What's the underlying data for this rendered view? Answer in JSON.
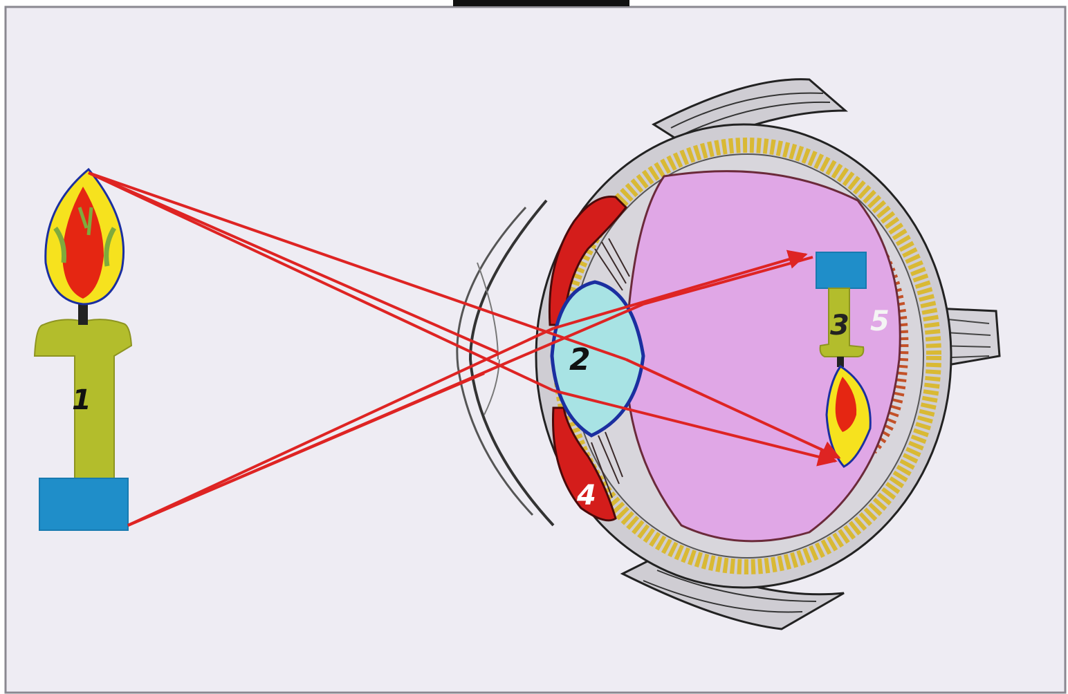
{
  "diagram": {
    "labels": {
      "object_candle": "1",
      "lens": "2",
      "retinal_image": "3",
      "ciliary_muscle": "4",
      "retina_spot": "5"
    },
    "colors": {
      "paper": "#eeecf3",
      "candle_body": "#b3bd2c",
      "candle_base": "#1f8ec9",
      "flame_red": "#e52612",
      "flame_yellow": "#f6e21e",
      "flame_green": "#7faa3d",
      "lens_fill": "#a8e3e4",
      "lens_outline": "#1b2fa0",
      "vitreous": "#e0a7e6",
      "muscle": "#d41d1b",
      "sclera": "#c8c6cc",
      "fat": "#d9b934",
      "ray": "#de2423"
    },
    "icons": [
      "candle-object-icon",
      "eye-cross-section-icon",
      "inverted-candle-image-icon"
    ]
  }
}
